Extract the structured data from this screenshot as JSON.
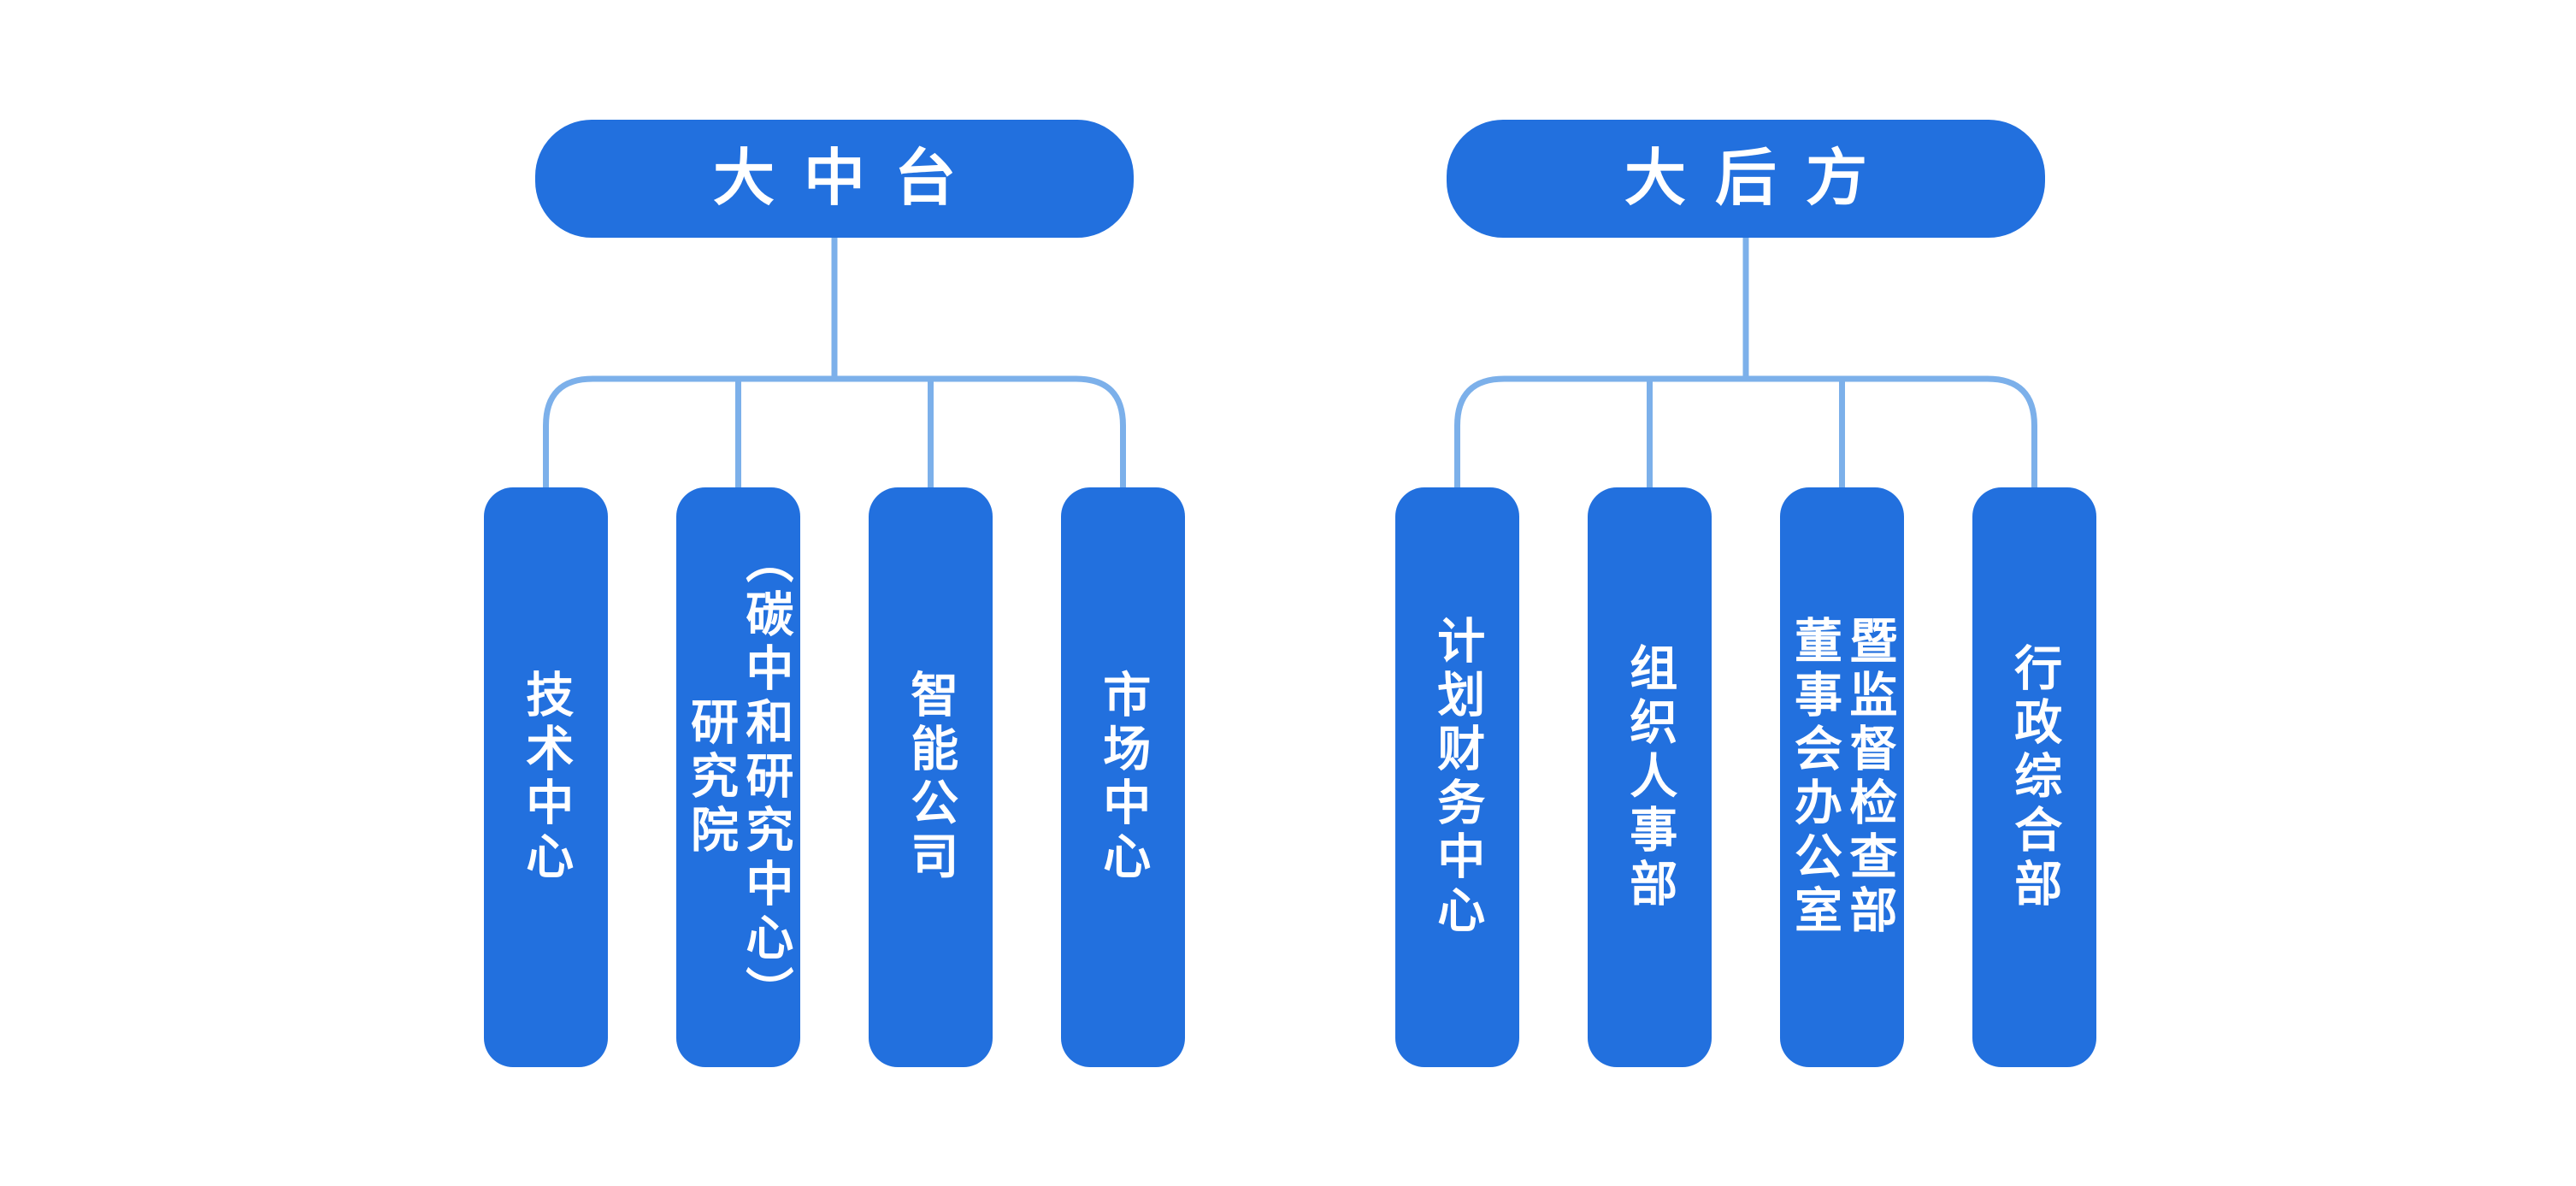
{
  "diagram": {
    "type": "org-chart",
    "colors": {
      "node_fill": "#2270DE",
      "connector": "#7CB0EA",
      "node_text": "#FFFFFF",
      "background": "#FFFFFF"
    },
    "groups": [
      {
        "slug": "mid-platform",
        "parent_label": "大中台",
        "children": [
          {
            "slug": "tech-center",
            "label": "技术中心",
            "display": "技术中心"
          },
          {
            "slug": "research-institute",
            "label": "研究院（碳中和研究中心）",
            "display": "研究院\n（碳中和研究中心）"
          },
          {
            "slug": "smart-company",
            "label": "智能公司",
            "display": "智能公司"
          },
          {
            "slug": "market-center",
            "label": "市场中心",
            "display": "市场中心"
          }
        ]
      },
      {
        "slug": "rear-support",
        "parent_label": "大后方",
        "children": [
          {
            "slug": "planning-finance-center",
            "label": "计划财务中心",
            "display": "计划财务中心"
          },
          {
            "slug": "org-hr-dept",
            "label": "组织人事部",
            "display": "组织人事部"
          },
          {
            "slug": "board-office-supervision-dept",
            "label": "董事会办公室暨监督检查部",
            "display": "董事会办公室\n暨监督检查部"
          },
          {
            "slug": "admin-general-dept",
            "label": "行政综合部",
            "display": "行政综合部"
          }
        ]
      }
    ]
  }
}
